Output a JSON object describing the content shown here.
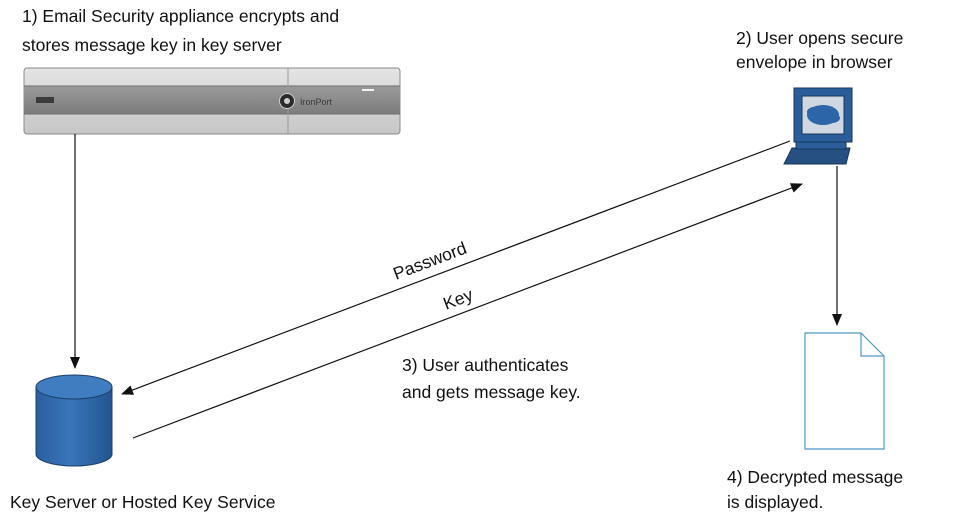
{
  "steps": {
    "step1": {
      "line1": "1) Email Security appliance encrypts and",
      "line2": "stores message key in key server"
    },
    "step2": {
      "line1": "2) User opens secure",
      "line2": "envelope in browser"
    },
    "step3": {
      "line1": "3) User authenticates",
      "line2": "and gets message key."
    },
    "step4": {
      "line1": "4) Decrypted message",
      "line2": "is displayed."
    }
  },
  "arrows": {
    "password_label": "Password",
    "key_label": "Key"
  },
  "key_server": {
    "label": "Key Server or Hosted Key Service"
  },
  "appliance": {
    "brand_text": "IronPort"
  },
  "colors": {
    "cylinder_fill": "#2a63a6",
    "cylinder_top": "#3f7cc0",
    "monitor_fill": "#2a5d99",
    "screen_fill": "#1e4f8a",
    "document_stroke": "#4a98c8",
    "appliance_body": "#d6d6d6",
    "appliance_band": "#8c8c8c",
    "line_color": "#111111"
  },
  "icons": {
    "appliance": "server-appliance-icon",
    "database": "database-cylinder-icon",
    "computer": "computer-monitor-icon",
    "document": "document-icon"
  }
}
